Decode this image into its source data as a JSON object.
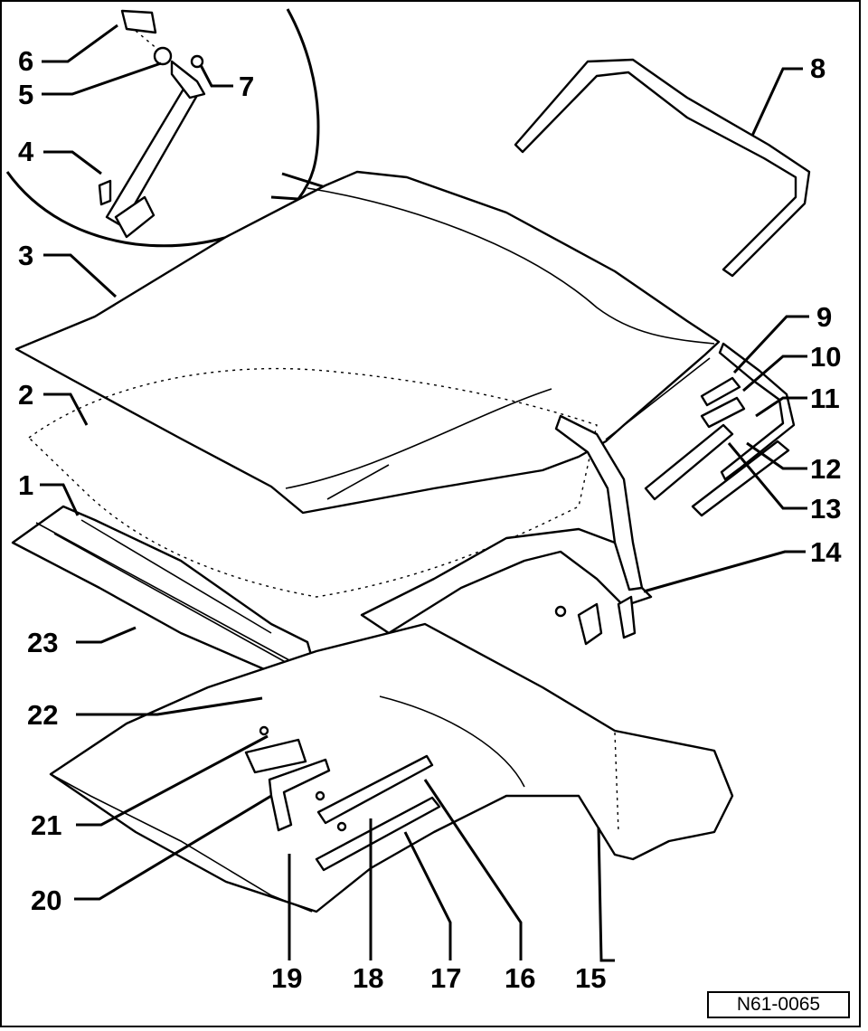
{
  "figure_id": "N61-0065",
  "callouts": {
    "c1": "1",
    "c2": "2",
    "c3": "3",
    "c4": "4",
    "c5": "5",
    "c6": "6",
    "c7": "7",
    "c8": "8",
    "c9": "9",
    "c10": "10",
    "c11": "11",
    "c12": "12",
    "c13": "13",
    "c14": "14",
    "c15": "15",
    "c16": "16",
    "c17": "17",
    "c18": "18",
    "c19": "19",
    "c20": "20",
    "c21": "21",
    "c22": "22",
    "c23": "23"
  }
}
